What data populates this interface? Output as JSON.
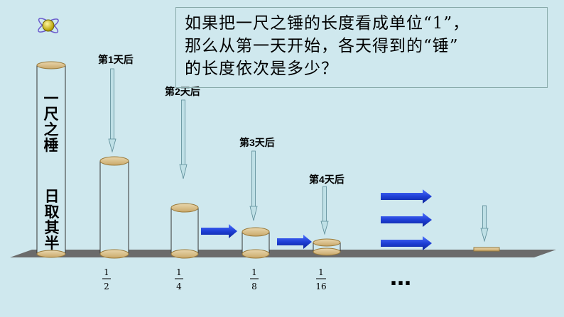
{
  "question": {
    "lines": [
      "如果把一尺之锤的长度看成单位“1”，",
      "那么从第一天开始，各天得到的“锤”",
      "的长度依次是多少？"
    ]
  },
  "rod_label": {
    "top": [
      "一",
      "尺",
      "之",
      "棰"
    ],
    "bottom": [
      "日",
      "取",
      "其",
      "半"
    ]
  },
  "day_labels": [
    "第1天后",
    "第2天后",
    "第3天后",
    "第4天后"
  ],
  "fractions": [
    {
      "num": "1",
      "den": "2"
    },
    {
      "num": "1",
      "den": "4"
    },
    {
      "num": "1",
      "den": "8"
    },
    {
      "num": "1",
      "den": "16"
    }
  ],
  "ellipsis": "…",
  "colors": {
    "background": "#cfe8ee",
    "floor": "#6b6b6b",
    "cylinder_cap": "#d9c08c",
    "arrow_blue": "#1f3fd6",
    "pointer": "#7fb7c2"
  }
}
